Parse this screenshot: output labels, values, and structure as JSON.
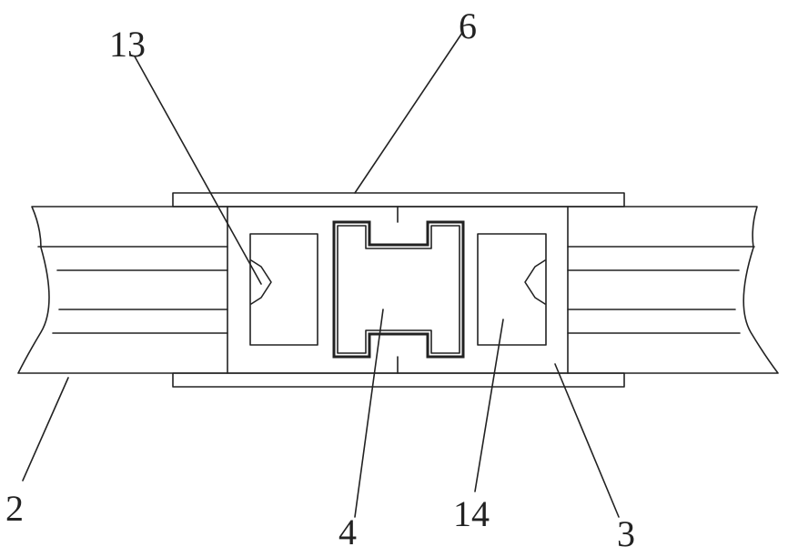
{
  "labels": {
    "rail_left": "2",
    "connector_body": "3",
    "center_block": "4",
    "cover_plate": "6",
    "left_window": "13",
    "right_window": "14"
  },
  "colors": {
    "stroke": "#222222",
    "background": "#ffffff"
  }
}
